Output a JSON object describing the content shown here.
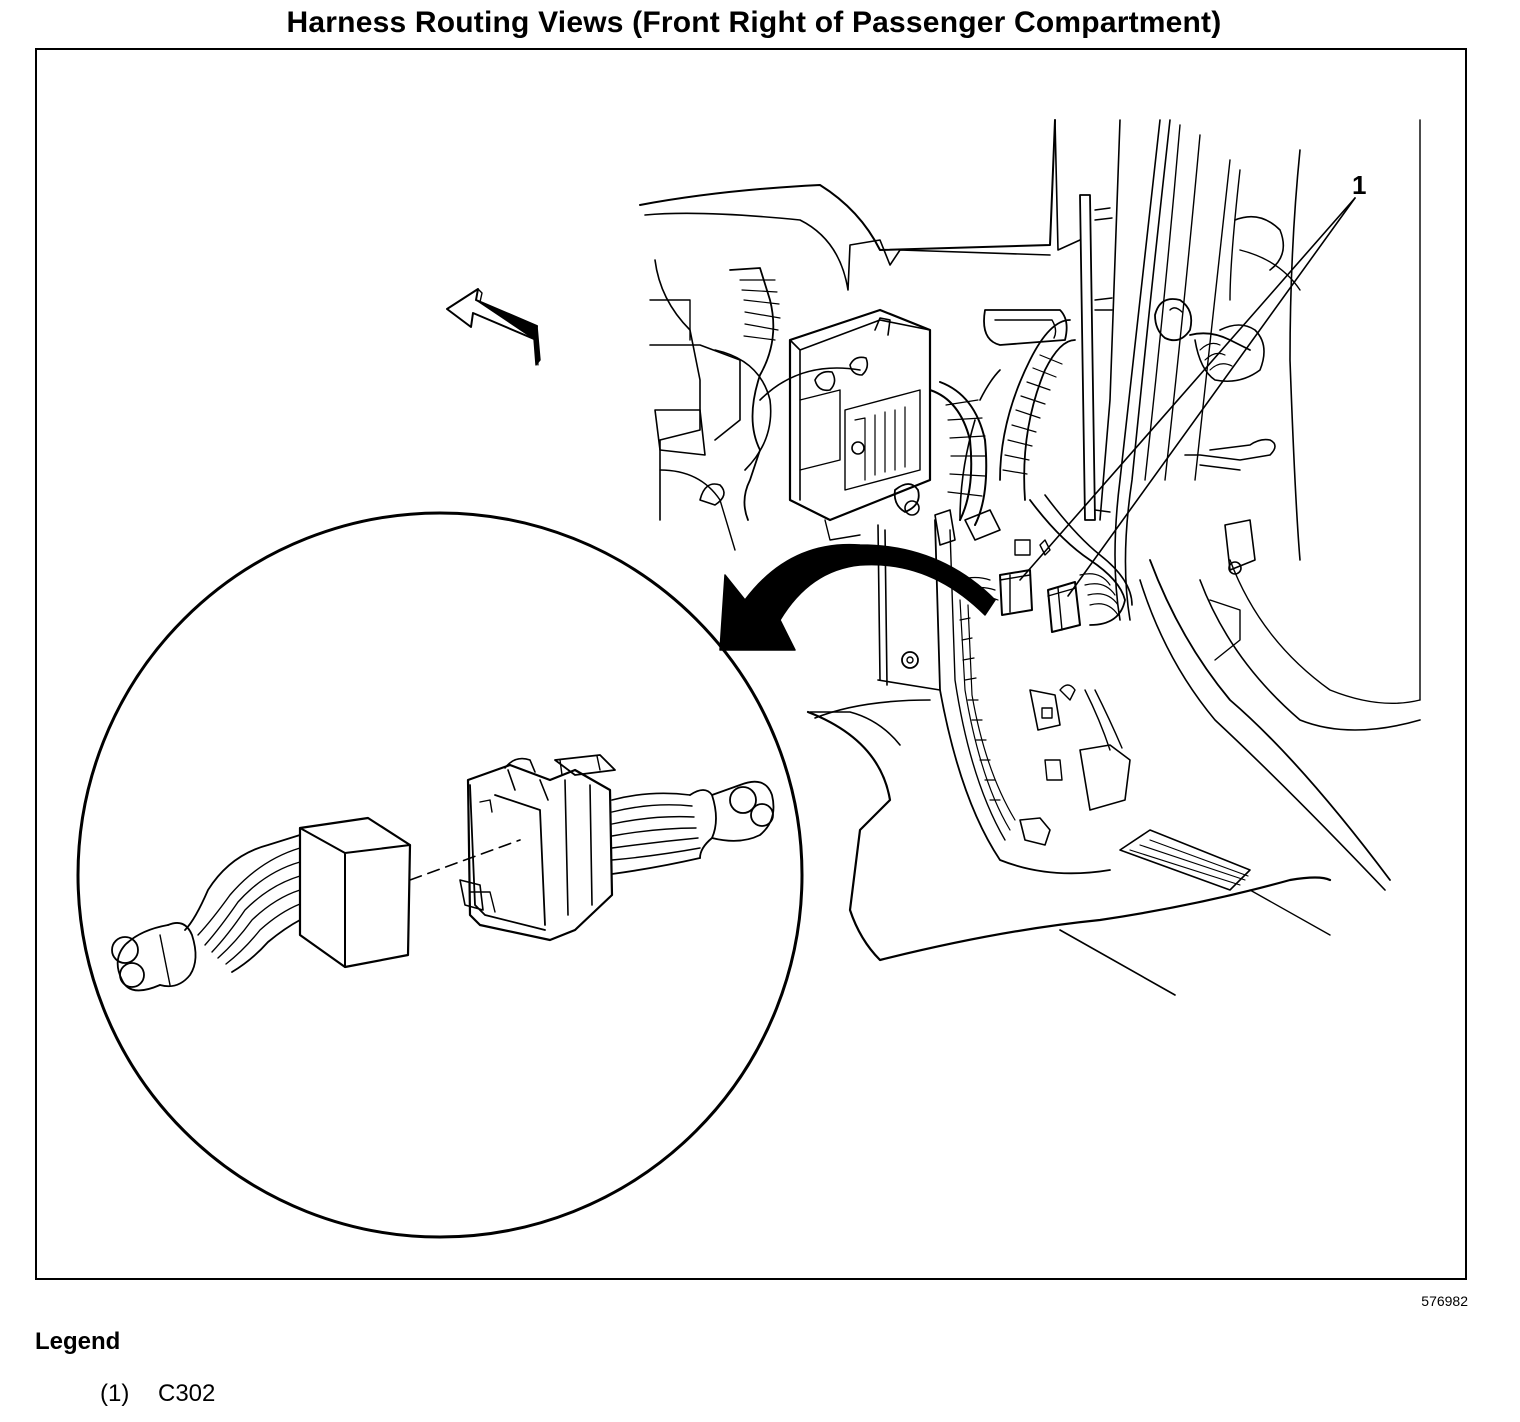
{
  "title": "Harness Routing Views (Front Right of Passenger Compartment)",
  "figure_id": "576982",
  "callout": "1",
  "legend": {
    "heading": "Legend",
    "items": [
      {
        "number": "(1)",
        "label": "C302"
      }
    ]
  },
  "icons": {
    "forward_arrow": "front-direction-arrow-icon",
    "zoom_arrow": "zoom-detail-arrow-icon"
  }
}
